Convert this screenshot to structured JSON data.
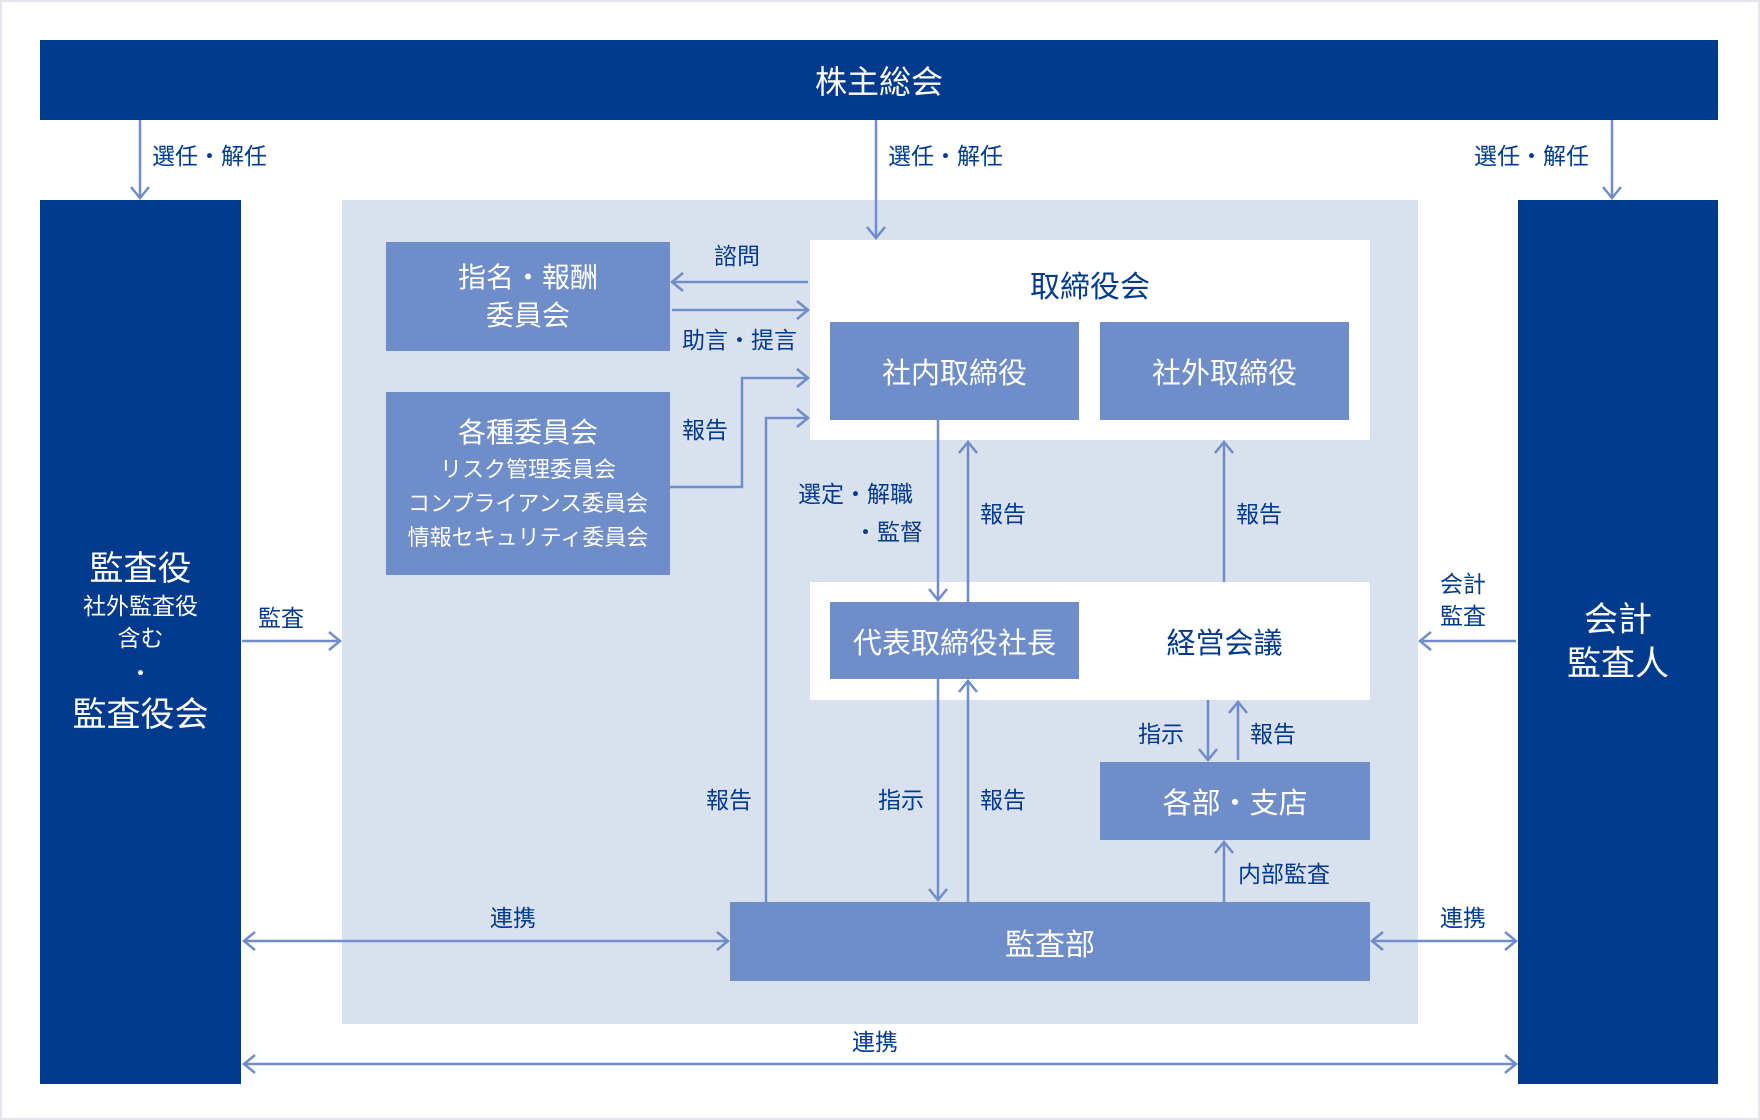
{
  "colors": {
    "navy": "#023a8e",
    "box_blue": "#6f8dc8",
    "panel": "#d9e0ee",
    "arrow": "#6f8dc8"
  },
  "top": {
    "shareholders": "株主総会"
  },
  "left": {
    "line1": "監査役",
    "line2": "社外監査役",
    "line3": "含む",
    "line4": "・",
    "line5": "監査役会"
  },
  "right": {
    "line1": "会計",
    "line2": "監査人"
  },
  "committees": {
    "nomination_line1": "指名・報酬",
    "nomination_line2": "委員会",
    "various_title": "各種委員会",
    "various_items": [
      "リスク管理委員会",
      "コンプライアンス委員会",
      "情報セキュリティ委員会"
    ]
  },
  "board": {
    "title": "取締役会",
    "inside": "社内取締役",
    "outside": "社外取締役"
  },
  "management": {
    "president": "代表取締役社長",
    "meeting": "経営会議"
  },
  "departments": "各部・支店",
  "audit_dept": "監査部",
  "labels": {
    "elect_left": "選任・解任",
    "elect_center": "選任・解任",
    "elect_right": "選任・解任",
    "consult": "諮問",
    "advice": "助言・提言",
    "report_committee": "報告",
    "select_line1": "選定・解職",
    "select_line2": "・監督",
    "report_pres_board": "報告",
    "report_mtg_board": "報告",
    "audit": "監査",
    "acct_audit_line1": "会計",
    "acct_audit_line2": "監査",
    "instruct_mtg": "指示",
    "report_dept": "報告",
    "report_audit_board": "報告",
    "instruct_pres": "指示",
    "report_audit_pres": "報告",
    "internal_audit": "内部監査",
    "cooperate_left": "連携",
    "cooperate_right": "連携",
    "cooperate_bottom": "連携"
  }
}
